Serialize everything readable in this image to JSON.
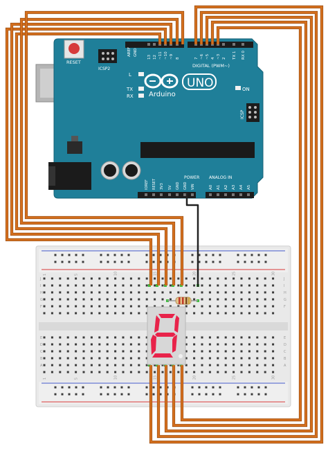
{
  "board": {
    "reset_label": "RESET",
    "icsp2_label": "ICSP2",
    "icsp_label": "ICSP",
    "aref_label": "AREF",
    "gnd_label": "GND",
    "digital_label": "DIGITAL (PWM~)",
    "tx_label": "TX",
    "rx_label": "RX",
    "l_label": "L",
    "on_label": "ON",
    "brand": "Arduino",
    "model": "UNO",
    "power_label": "POWER",
    "analog_label": "ANALOG IN",
    "digital_pins": [
      "13",
      "12",
      "~11",
      "~10",
      "~9",
      "8",
      "7",
      "~6",
      "~5",
      "4",
      "~3",
      "2",
      "TX 1",
      "RX 0"
    ],
    "power_pins": [
      "IOREF",
      "RESET",
      "3V3",
      "5V",
      "GND",
      "GND",
      "VIN"
    ],
    "analog_pins": [
      "A0",
      "A1",
      "A2",
      "A3",
      "A4",
      "A5"
    ]
  },
  "breadboard": {
    "col_numbers": [
      "1",
      "5",
      "10",
      "15",
      "20",
      "25",
      "30"
    ],
    "row_letters_top": [
      "J",
      "I",
      "H",
      "G",
      "F"
    ],
    "row_letters_bottom": [
      "E",
      "D",
      "C",
      "B",
      "A"
    ]
  },
  "display": {
    "digit": "8"
  },
  "colors": {
    "wire": "#d5701e",
    "board": "#1f7f99",
    "segment": "#e8234a",
    "display_body": "#d7d7d7",
    "breadboard": "#e9e9e9",
    "rail_red": "#d83a3a",
    "rail_blue": "#4057c8"
  }
}
